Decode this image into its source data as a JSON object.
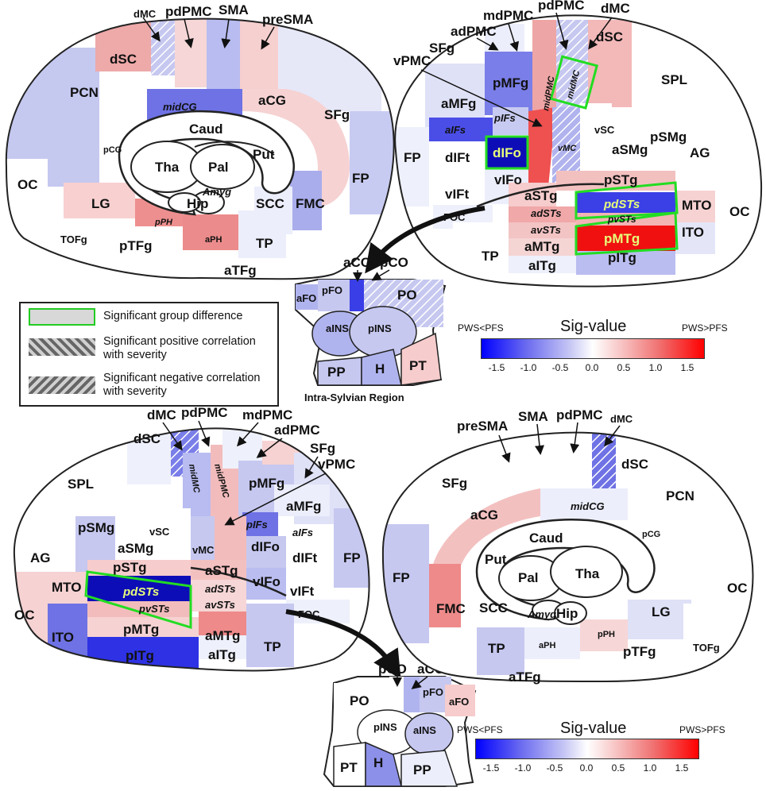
{
  "panels": {
    "medial_left": {
      "labels": {
        "dMC": "dMC",
        "pdPMC": "pdPMC",
        "SMA": "SMA",
        "preSMA": "preSMA",
        "dSC": "dSC",
        "PCN": "PCN",
        "midCG": "midCG",
        "aCG": "aCG",
        "SFg": "SFg",
        "Caud": "Caud",
        "Tha": "Tha",
        "Pal": "Pal",
        "Put": "Put",
        "pCG": "pCG",
        "OC": "OC",
        "LG": "LG",
        "Hip": "Hip",
        "Amyg": "Amyg",
        "SCC": "SCC",
        "FMC": "FMC",
        "FP": "FP",
        "pPH": "pPH",
        "aPH": "aPH",
        "TOFg": "TOFg",
        "pTFg": "pTFg",
        "TP": "TP",
        "aTFg": "aTFg"
      }
    },
    "lateral_left": {
      "labels": {
        "mdPMC": "mdPMC",
        "pdPMC": "pdPMC",
        "dMC": "dMC",
        "adPMC": "adPMC",
        "SFg": "SFg",
        "vPMC": "vPMC",
        "dSC": "dSC",
        "pMFg": "pMFg",
        "aMFg": "aMFg",
        "midPMC": "midPMC",
        "midMC": "midMC",
        "SPL": "SPL",
        "aIFs": "aIFs",
        "pIFs": "pIFs",
        "dIFo": "dIFo",
        "vMC": "vMC",
        "vSC": "vSC",
        "aSMg": "aSMg",
        "pSMg": "pSMg",
        "AG": "AG",
        "FP": "FP",
        "dIFt": "dIFt",
        "vIFo": "vIFo",
        "vIFt": "vIFt",
        "FOC": "FOC",
        "pSTg": "pSTg",
        "aSTg": "aSTg",
        "pdSTs": "pdSTs",
        "adSTs": "adSTs",
        "pvSTs": "pvSTs",
        "avSTs": "avSTs",
        "pMTg": "pMTg",
        "aMTg": "aMTg",
        "pITg": "pITg",
        "aITg": "aITg",
        "MTO": "MTO",
        "ITO": "ITO",
        "OC": "OC",
        "TP": "TP"
      }
    },
    "lateral_right": {
      "labels": {
        "dMC": "dMC",
        "pdPMC": "pdPMC",
        "mdPMC": "mdPMC",
        "adPMC": "adPMC",
        "SFg": "SFg",
        "vPMC": "vPMC",
        "dSC": "dSC",
        "SPL": "SPL",
        "midMC": "midMC",
        "midPMC": "midPMC",
        "pMFg": "pMFg",
        "aMFg": "aMFg",
        "pIFs": "pIFs",
        "aIFs": "aIFs",
        "vSC": "vSC",
        "pSMg": "pSMg",
        "aSMg": "aSMg",
        "vMC": "vMC",
        "dIFo": "dIFo",
        "dIFt": "dIFt",
        "AG": "AG",
        "FP": "FP",
        "vIFo": "vIFo",
        "vIFt": "vIFt",
        "FOC": "FOC",
        "pSTg": "pSTg",
        "aSTg": "aSTg",
        "pdSTs": "pdSTs",
        "adSTs": "adSTs",
        "pvSTs": "pvSTs",
        "avSTs": "avSTs",
        "OC": "OC",
        "MTO": "MTO",
        "ITO": "ITO",
        "pMTg": "pMTg",
        "aMTg": "aMTg",
        "pITg": "pITg",
        "aITg": "aITg",
        "TP": "TP"
      }
    },
    "medial_right": {
      "labels": {
        "preSMA": "preSMA",
        "SMA": "SMA",
        "pdPMC": "pdPMC",
        "dMC": "dMC",
        "dSC": "dSC",
        "SFg": "SFg",
        "PCN": "PCN",
        "aCG": "aCG",
        "midCG": "midCG",
        "pCG": "pCG",
        "Caud": "Caud",
        "Put": "Put",
        "Pal": "Pal",
        "Tha": "Tha",
        "FP": "FP",
        "OC": "OC",
        "FMC": "FMC",
        "SCC": "SCC",
        "Amyg": "Amyg",
        "Hip": "Hip",
        "LG": "LG",
        "TP": "TP",
        "aPH": "aPH",
        "pPH": "pPH",
        "pTFg": "pTFg",
        "TOFg": "TOFg",
        "aTFg": "aTFg"
      }
    },
    "sylvian_top": {
      "labels": {
        "aCO": "aCO",
        "pCO": "pCO",
        "pFO": "pFO",
        "aFO": "aFO",
        "PO": "PO",
        "aINS": "aINS",
        "pINS": "pINS",
        "PP": "PP",
        "H": "H",
        "PT": "PT"
      },
      "caption": "Intra-Sylvian Region"
    },
    "sylvian_bottom": {
      "labels": {
        "pCO": "pCO",
        "aCO": "aCO",
        "PO": "PO",
        "pFO": "pFO",
        "aFO": "aFO",
        "pINS": "pINS",
        "aINS": "aINS",
        "PT": "PT",
        "H": "H",
        "PP": "PP"
      }
    }
  },
  "legend": {
    "items": [
      {
        "label": "Significant group difference"
      },
      {
        "label": "Significant positive correlation with severity"
      },
      {
        "label": "Significant negative correlation with severity"
      }
    ],
    "colors": {
      "group_border": "#22cc22",
      "swatch_fill": "#d8d8d8",
      "hatch": "#888888"
    }
  },
  "colorbars": [
    {
      "title": "Sig-value",
      "left_label": "PWS<PFS",
      "right_label": "PWS>PFS",
      "ticks": [
        "-1.5",
        "-1.0",
        "-0.5",
        "0.0",
        "0.5",
        "1.0",
        "1.5"
      ]
    },
    {
      "title": "Sig-value",
      "left_label": "PWS<PFS",
      "right_label": "PWS>PFS",
      "ticks": [
        "-1.5",
        "-1.0",
        "-0.5",
        "0.0",
        "0.5",
        "1.0",
        "1.5"
      ]
    }
  ],
  "colors": {
    "strong_blue": "#1010e8",
    "mid_blue": "#7d7dea",
    "light_blue": "#c6c8f0",
    "white": "#ffffff",
    "light_red": "#f6cccc",
    "mid_red": "#ee8a8a",
    "strong_red": "#f01010",
    "outline": "#222222"
  }
}
